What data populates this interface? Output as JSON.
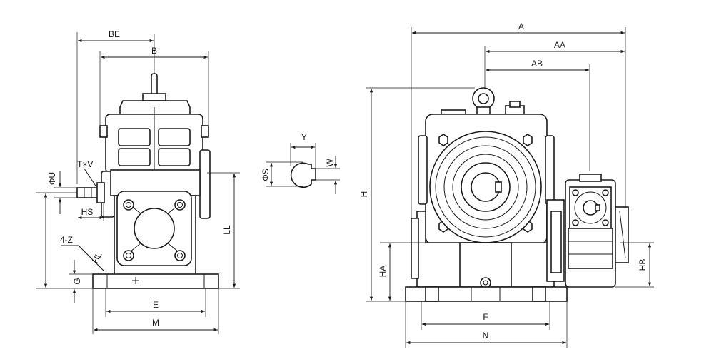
{
  "dimensions": {
    "BE": "BE",
    "B": "B",
    "TxV": "T×V",
    "U": "ΦU",
    "HS": "HS",
    "Z": "4-Z",
    "HL": "HL",
    "G": "G",
    "E": "E",
    "M": "M",
    "LL": "LL",
    "Y": "Y",
    "W": "W",
    "S": "ΦS",
    "A": "A",
    "AA": "AA",
    "AB": "AB",
    "H": "H",
    "HA": "HA",
    "HB": "HB",
    "F": "F",
    "N": "N"
  }
}
